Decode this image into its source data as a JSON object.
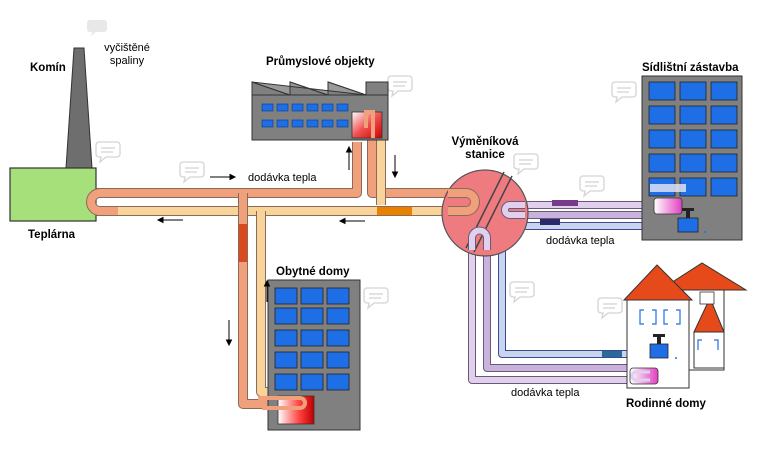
{
  "labels": {
    "chimney": "Komín",
    "smoke_line1": "vyčištěné",
    "smoke_line2": "spaliny",
    "plant": "Teplárna",
    "industrial": "Průmyslové objekty",
    "exchange_line1": "Výměníková",
    "exchange_line2": "stanice",
    "estate": "Sídlištní zástavba",
    "residential": "Obytné domy",
    "family": "Rodinné domy",
    "supply_top": "dodávka tepla",
    "supply_right": "dodávka tepla",
    "supply_bottom": "dodávka tepla"
  },
  "colors": {
    "building_gray": "#808080",
    "window_blue": "#1e6fe6",
    "plant_green": "#a6e07a",
    "hot_pipe": "#f0a07a",
    "cool_pipe": "#f8d49a",
    "secondary_pipe": "#c9b3dc",
    "exchanger_red": "#ee7b80",
    "roof_red": "#e64a1a",
    "exchanger_coil": "#e02020",
    "hot_water_pink": "#e040c0",
    "bubble_gray": "#d9d9d9"
  }
}
